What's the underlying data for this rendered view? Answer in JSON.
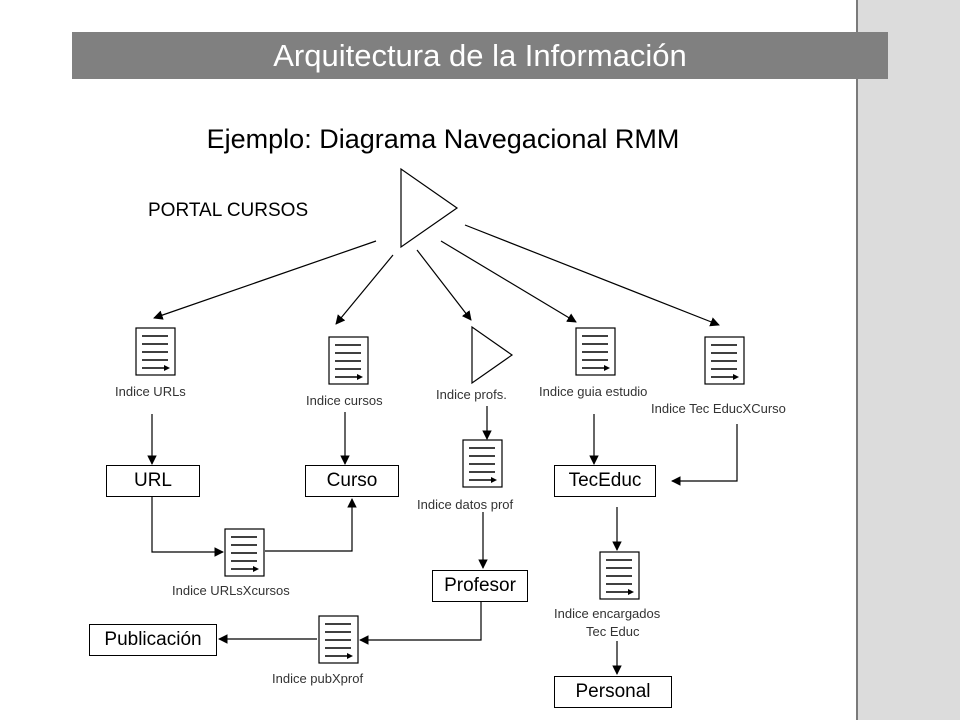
{
  "header": {
    "title": "Arquitectura de la Información"
  },
  "diagram": {
    "subtitle": "Ejemplo: Diagrama Navegacional RMM",
    "root_label": "PORTAL CURSOS",
    "index_labels": {
      "urls": "Indice URLs",
      "cursos": "Indice cursos",
      "profs": "Indice profs.",
      "guia": "Indice guia estudio",
      "tec": "Indice Tec EducXCurso",
      "datos_prof": "Indice datos prof",
      "urlsxcursos": "Indice URLsXcursos",
      "pubxprof": "Indice pubXprof",
      "encargados_1": "Indice encargados",
      "encargados_2": "Tec Educ"
    },
    "entities": {
      "url": "URL",
      "curso": "Curso",
      "teceduc": "TecEduc",
      "profesor": "Profesor",
      "publicacion": "Publicación",
      "personal": "Personal"
    }
  }
}
